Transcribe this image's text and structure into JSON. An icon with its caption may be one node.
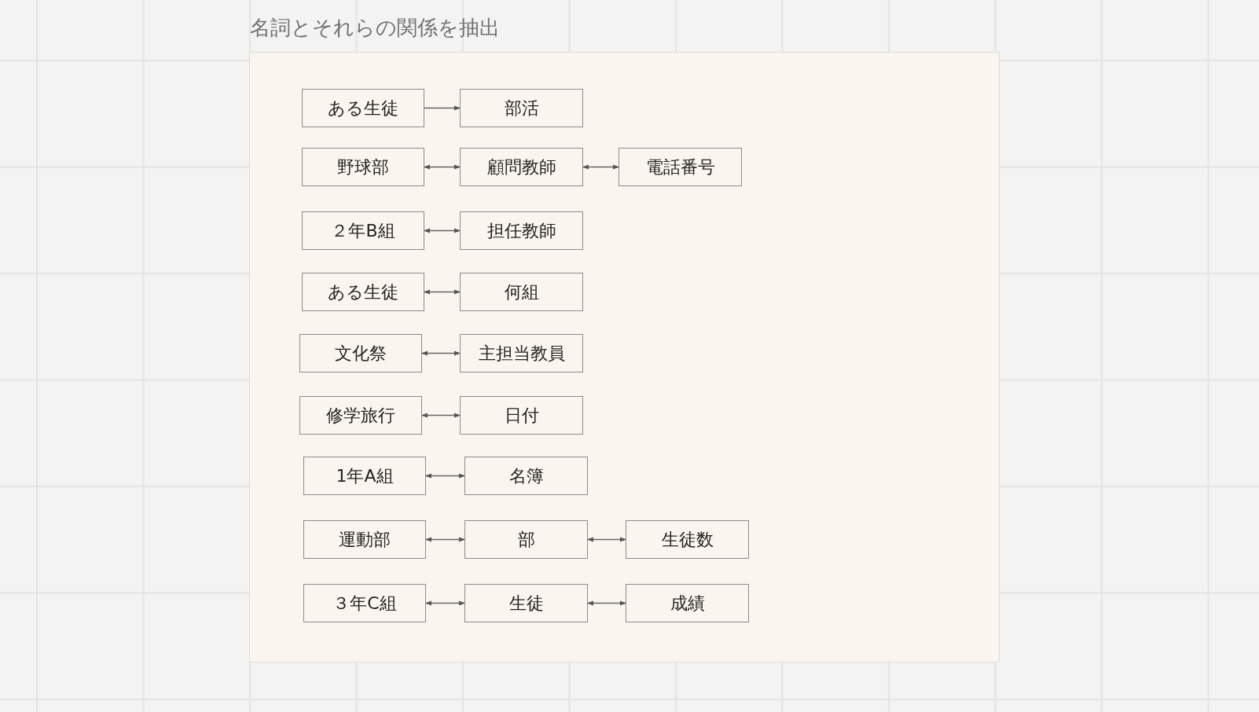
{
  "diagram": {
    "title": "名詞とそれらの関係を抽出",
    "nodes": [
      {
        "text": [],
        "shape": "box"
      },
      {
        "text": [
          "ある生徒"
        ],
        "in": 0
      },
      {
        "text": [
          "部活"
        ],
        "in": 0
      },
      {
        "text": [
          "野球部"
        ],
        "in": 0
      },
      {
        "text": [
          "顧問教師"
        ],
        "in": 0
      },
      {
        "text": [
          "電話番号"
        ],
        "in": 0
      },
      {
        "text": [
          "２年B組"
        ],
        "in": 0
      },
      {
        "text": [
          "担任教師"
        ],
        "in": 0
      },
      {
        "text": [
          "ある生徒"
        ],
        "in": 0
      },
      {
        "text": [
          "何組"
        ],
        "in": 0
      },
      {
        "text": [
          "文化祭"
        ],
        "in": 0
      },
      {
        "text": [
          "主担当教員"
        ],
        "in": 0
      },
      {
        "text": [
          "修学旅行"
        ],
        "in": 0
      },
      {
        "text": [
          "日付"
        ],
        "in": 0
      },
      {
        "text": [
          "1年A組"
        ],
        "in": 0
      },
      {
        "text": [
          "名簿"
        ],
        "in": 0
      },
      {
        "text": [
          "運動部"
        ],
        "in": 0
      },
      {
        "text": [
          "部"
        ],
        "in": 0
      },
      {
        "text": [
          "生徒数"
        ],
        "in": 0
      },
      {
        "text": [
          "３年C組"
        ],
        "in": 0
      },
      {
        "text": [
          "生徒"
        ],
        "in": 0
      },
      {
        "text": [
          "成績"
        ],
        "in": 0
      }
    ],
    "edges": [
      {
        "from": 1,
        "to": 2,
        "arrow": "to"
      },
      {
        "from": 3,
        "to": 4,
        "arrow": "both"
      },
      {
        "from": 4,
        "to": 5,
        "arrow": "both"
      },
      {
        "from": 6,
        "to": 7,
        "arrow": "both"
      },
      {
        "from": 8,
        "to": 9,
        "arrow": "both"
      },
      {
        "from": 10,
        "to": 11,
        "arrow": "both"
      },
      {
        "from": 12,
        "to": 13,
        "arrow": "both"
      },
      {
        "from": 14,
        "to": 15,
        "arrow": "both"
      },
      {
        "from": 16,
        "to": 17,
        "arrow": "both"
      },
      {
        "from": 17,
        "to": 18,
        "arrow": "both"
      },
      {
        "from": 19,
        "to": 20,
        "arrow": "both"
      },
      {
        "from": 20,
        "to": 21,
        "arrow": "both"
      }
    ]
  }
}
